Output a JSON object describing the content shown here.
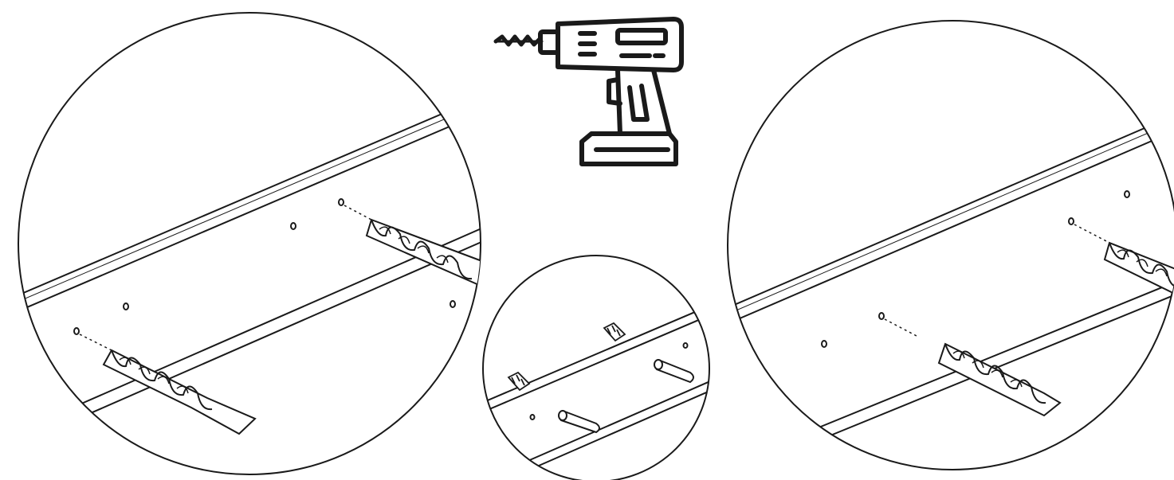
{
  "panels": [
    {
      "name": "detail-circle-left",
      "description_icon": "drill-bit"
    },
    {
      "name": "detail-circle-center-small",
      "description_icon": "dowel-pins"
    },
    {
      "name": "detail-circle-right",
      "description_icon": "drill-bit"
    }
  ],
  "header_icon": "power-drill-icon",
  "colors": {
    "ink": "#1a1a1a",
    "background": "#ffffff"
  }
}
